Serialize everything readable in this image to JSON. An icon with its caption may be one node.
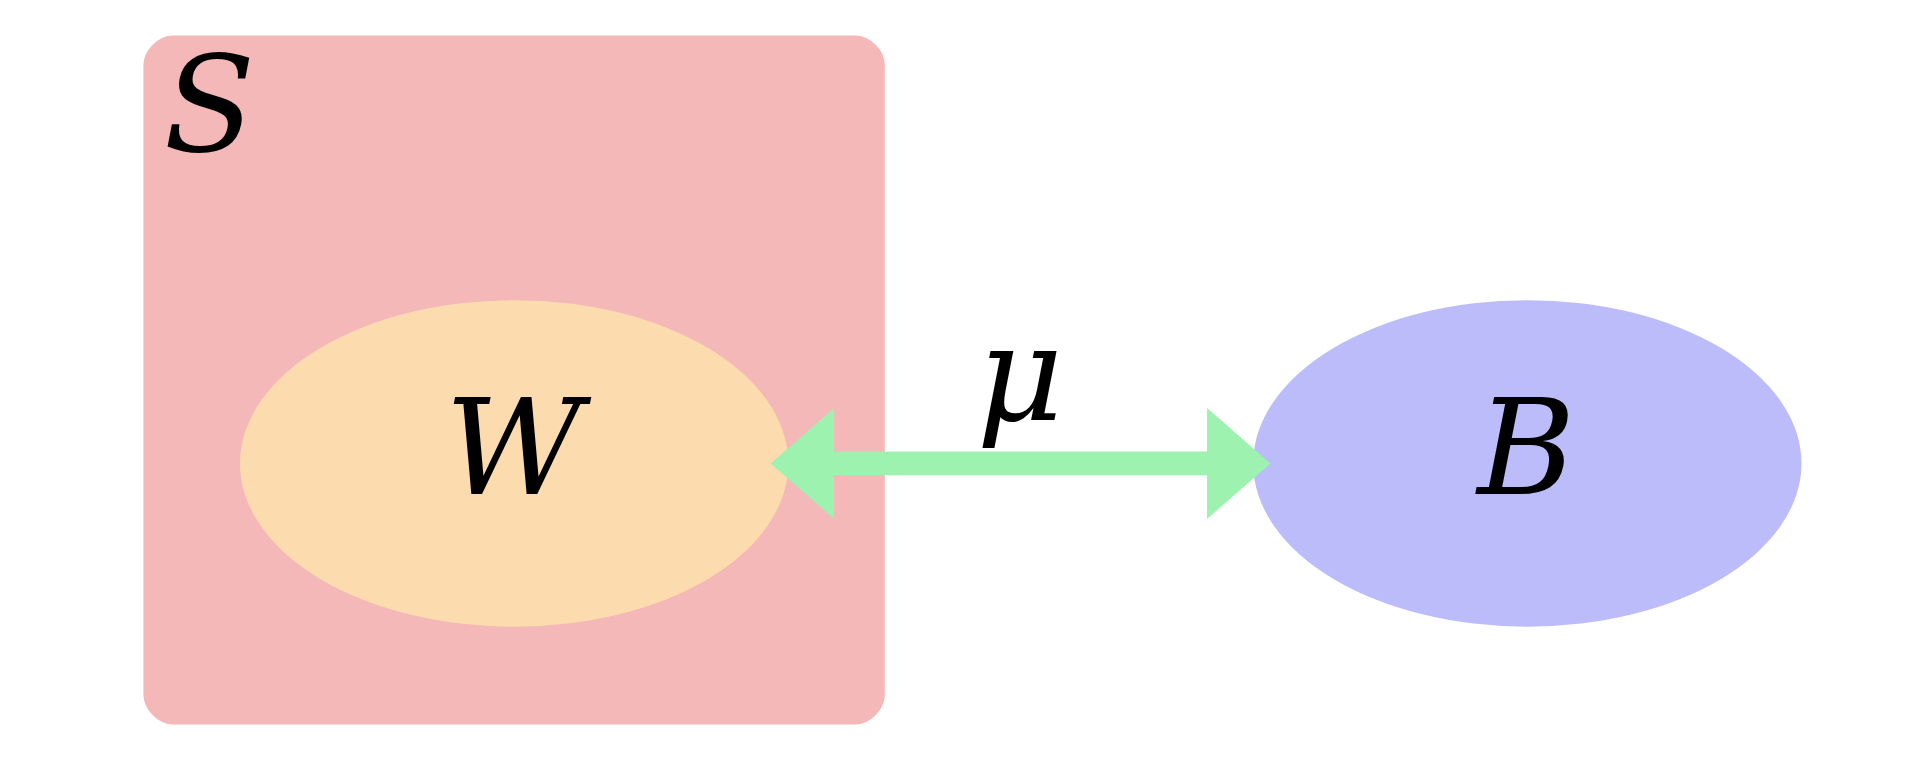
{
  "diagram": {
    "nodes": [
      {
        "text": [
          "S"
        ]
      },
      {
        "text": [
          "W"
        ],
        "in": 0
      },
      {
        "text": [
          "B"
        ]
      }
    ],
    "edges": [
      {
        "from": 1,
        "to": 2,
        "arrow": "both",
        "label": "μ",
        "color": "#9cf2ae"
      }
    ]
  }
}
